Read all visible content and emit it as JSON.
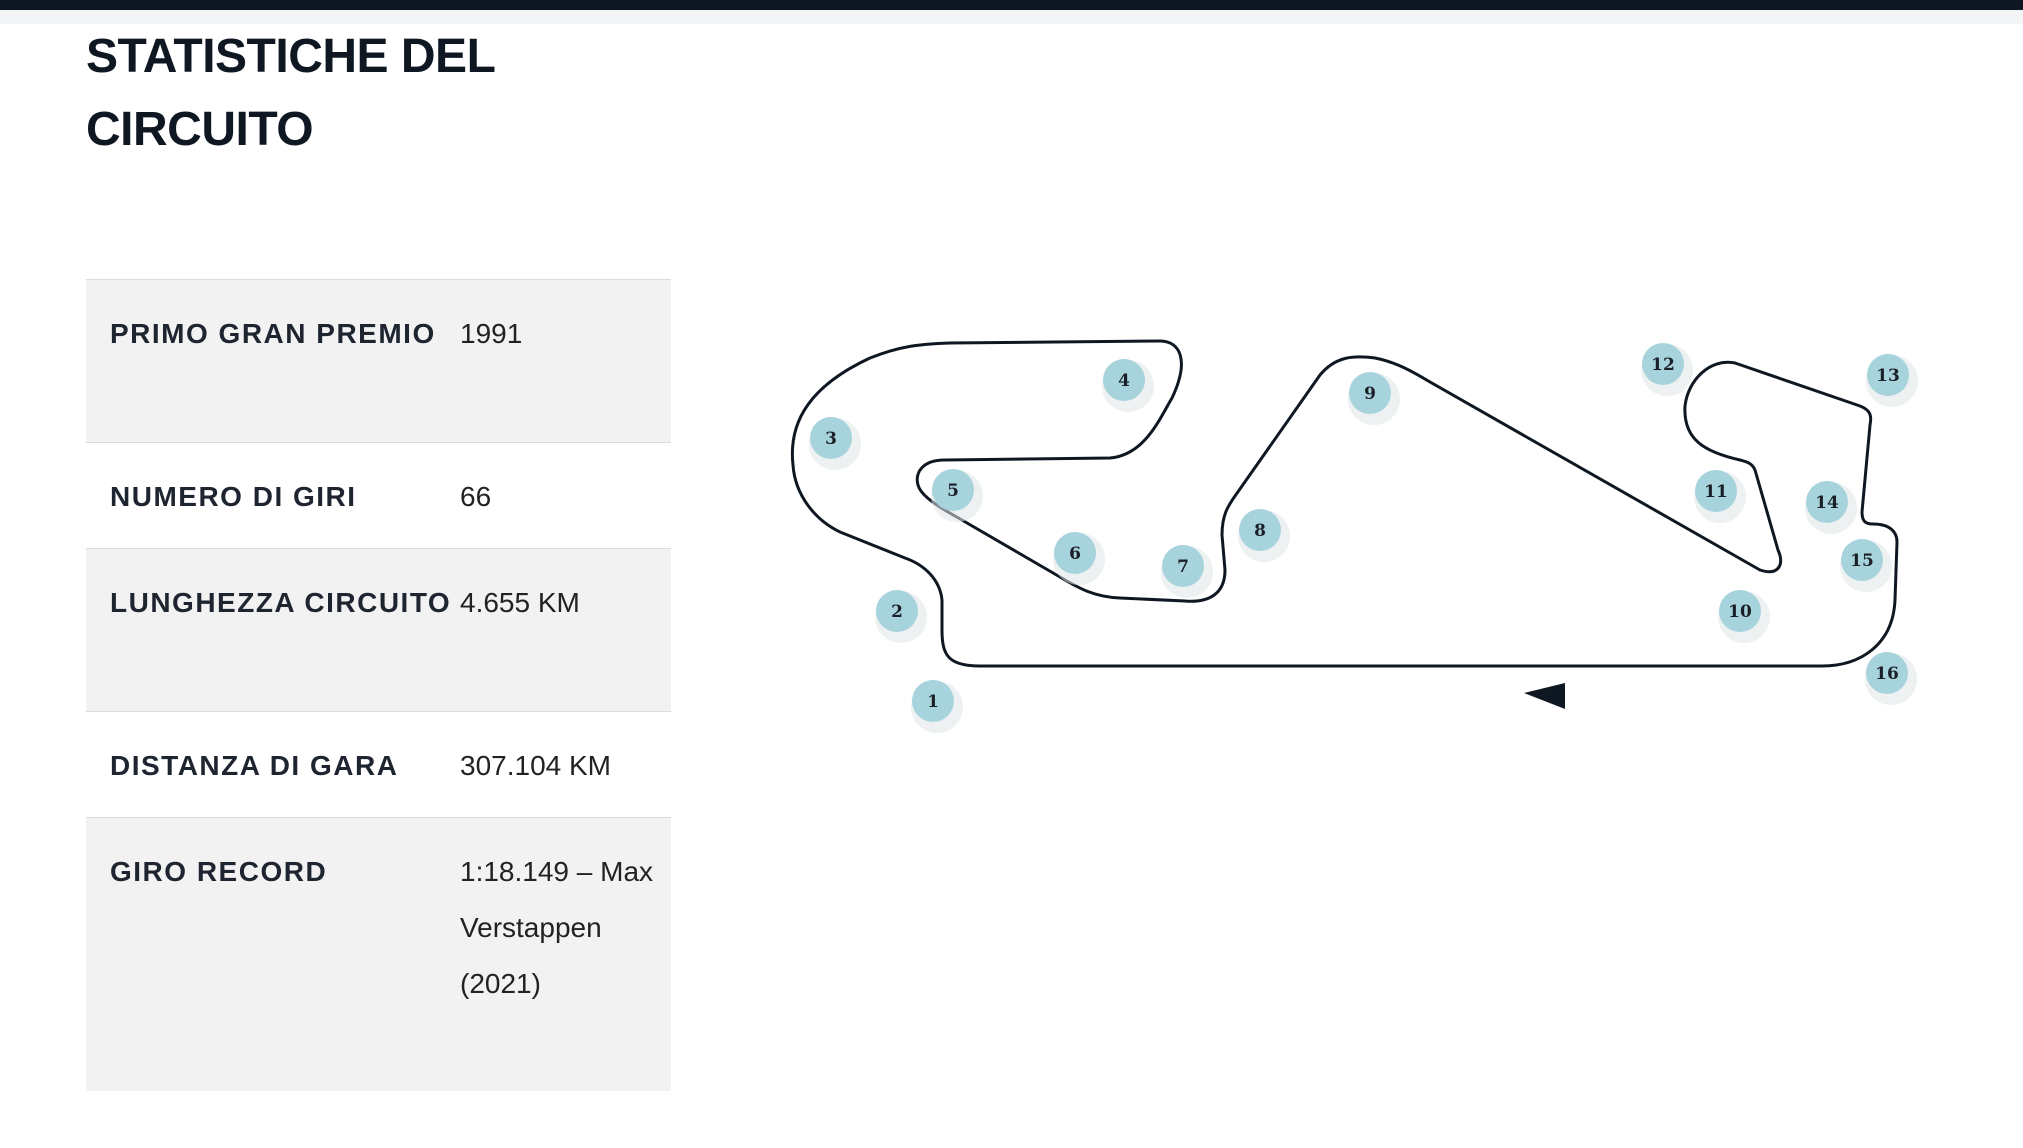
{
  "page": {
    "title": "STATISTICHE DEL CIRCUITO"
  },
  "stats": [
    {
      "label": "PRIMO GRAN PREMIO",
      "value": "1991"
    },
    {
      "label": "NUMERO DI GIRI",
      "value": "66"
    },
    {
      "label": "LUNGHEZZA CIRCUITO",
      "value": "4.655 KM"
    },
    {
      "label": "DISTANZA DI GARA",
      "value": "307.104 KM"
    },
    {
      "label": "GIRO RECORD",
      "value": "1:18.149 – Max Verstappen (2021)"
    }
  ],
  "track_map": {
    "direction_icon": "arrow-left-icon",
    "turns": [
      "1",
      "2",
      "3",
      "4",
      "5",
      "6",
      "7",
      "8",
      "9",
      "10",
      "11",
      "12",
      "13",
      "14",
      "15",
      "16"
    ]
  },
  "colors": {
    "topbar": "#0f1822",
    "row_shaded": "#f2f2f2",
    "turn_badge": "#a7d3dc",
    "track_line": "#0f1822"
  }
}
